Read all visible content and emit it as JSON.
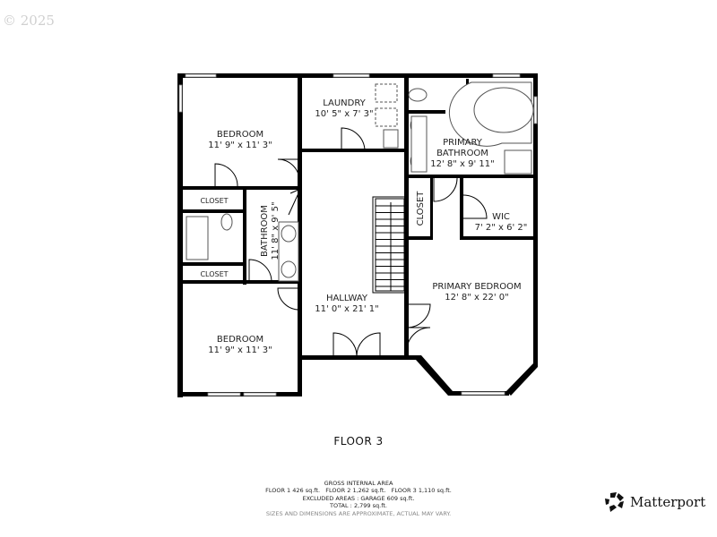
{
  "copyright": "© 2025",
  "floor_title": "FLOOR 3",
  "rooms": {
    "bedroom_top": {
      "name": "BEDROOM",
      "dims": "11' 9\" x 11' 3\""
    },
    "laundry": {
      "name": "LAUNDRY",
      "dims": "10' 5\" x 7' 3\""
    },
    "primary_bathroom": {
      "name1": "PRIMARY",
      "name2": "BATHROOM",
      "dims": "12' 8\" x 9' 11\""
    },
    "closet_top": {
      "name": "CLOSET"
    },
    "bathroom": {
      "name": "BATHROOM",
      "dims": "11' 8\" x 9' 5\""
    },
    "closet_bottom": {
      "name": "CLOSET"
    },
    "closet_primary": {
      "name": "CLOSET"
    },
    "wic": {
      "name": "WIC",
      "dims": "7' 2\" x 6' 2\""
    },
    "primary_bedroom": {
      "name": "PRIMARY BEDROOM",
      "dims": "12' 8\" x 22' 0\""
    },
    "hallway": {
      "name": "HALLWAY",
      "dims": "11' 0\" x 21' 1\""
    },
    "bedroom_bottom": {
      "name": "BEDROOM",
      "dims": "11' 9\" x 11' 3\""
    }
  },
  "area_summary": {
    "heading": "GROSS INTERNAL AREA",
    "floors": "FLOOR 1 426 sq.ft.   FLOOR 2 1,262 sq.ft.   FLOOR 3 1,110 sq.ft.",
    "excluded": "EXCLUDED AREAS :  GARAGE 609 sq.ft.",
    "total": "TOTAL :  2,799 sq.ft.",
    "note": "SIZES AND DIMENSIONS ARE APPROXIMATE, ACTUAL MAY VARY."
  },
  "brand": {
    "name": "Matterport",
    "icon": "matterport-logo-icon"
  }
}
